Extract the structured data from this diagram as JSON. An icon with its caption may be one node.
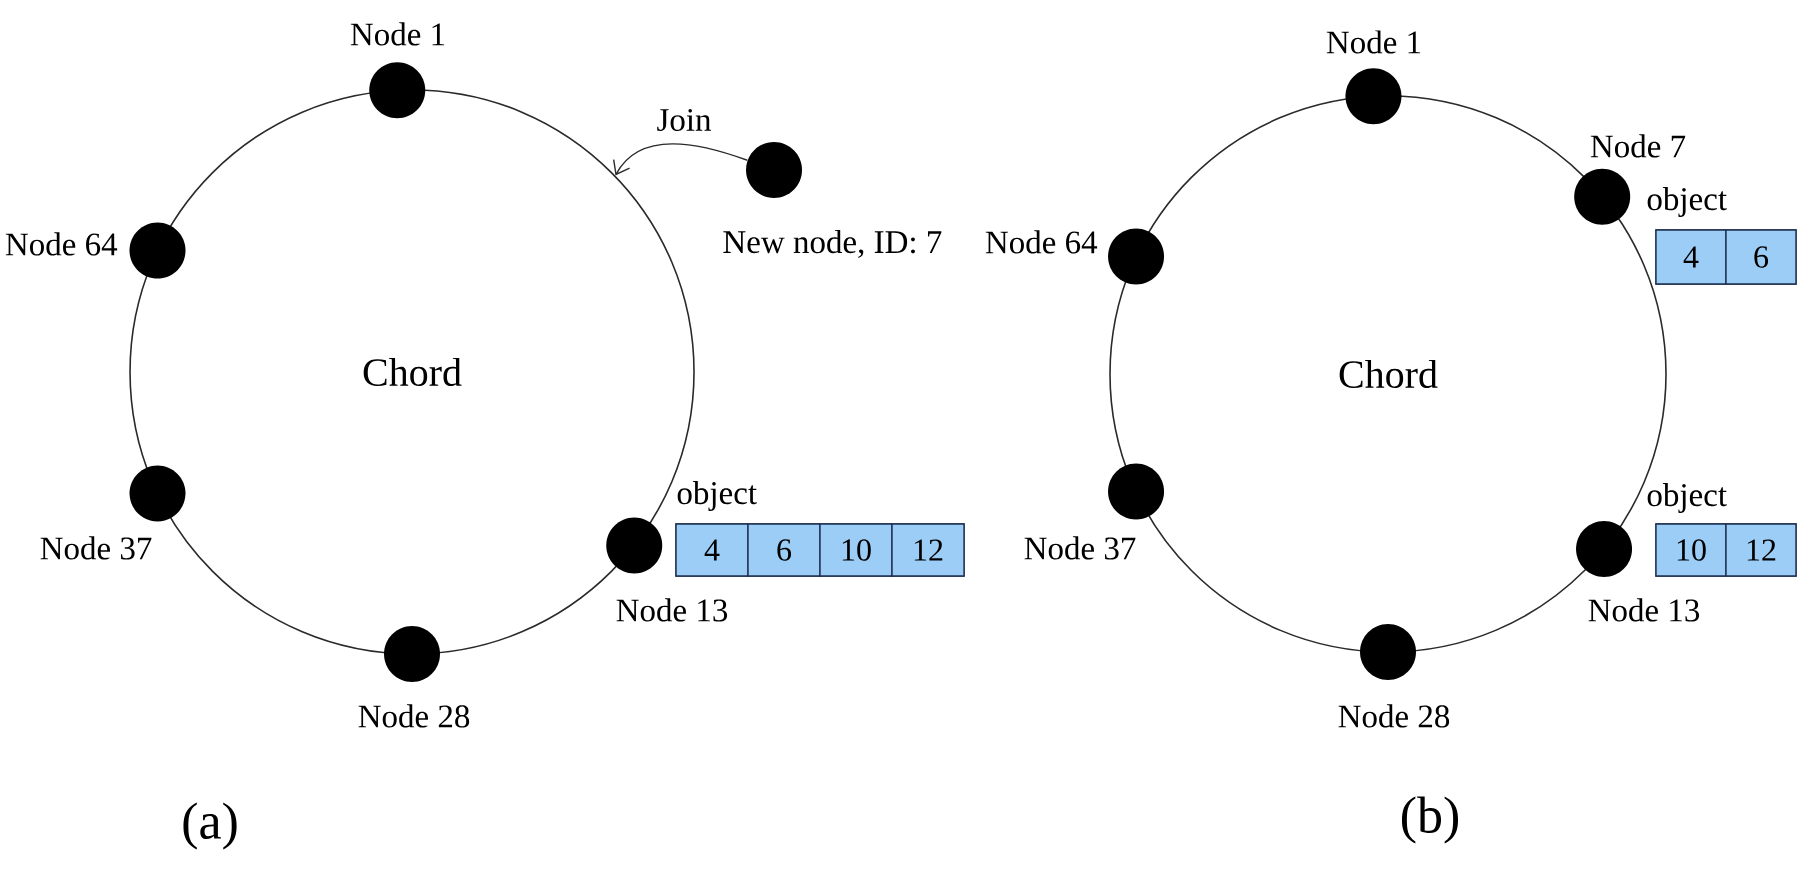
{
  "diagram": {
    "nodes": [
      {
        "text": [
          "Chord"
        ]
      },
      {
        "text": [
          "Node 1"
        ]
      },
      {
        "text": [
          "Node 64"
        ]
      },
      {
        "text": [
          "Node 37"
        ]
      },
      {
        "text": [
          "Node 28"
        ]
      },
      {
        "text": [
          "Node 13"
        ]
      },
      {
        "text": [
          "New node, ID: 7"
        ]
      },
      {
        "text": [
          "object"
        ]
      },
      {
        "text": [
          "4"
        ],
        "in": 7
      },
      {
        "text": [
          "6"
        ],
        "in": 7
      },
      {
        "text": [
          "10"
        ],
        "in": 7
      },
      {
        "text": [
          "12"
        ],
        "in": 7
      },
      {
        "text": [
          "Chord"
        ]
      },
      {
        "text": [
          "Node 1"
        ]
      },
      {
        "text": [
          "Node 7"
        ]
      },
      {
        "text": [
          "Node 64"
        ]
      },
      {
        "text": [
          "Node 37"
        ]
      },
      {
        "text": [
          "Node 28"
        ]
      },
      {
        "text": [
          "Node 13"
        ]
      },
      {
        "text": [
          "object"
        ]
      },
      {
        "text": [
          "4"
        ],
        "in": 19
      },
      {
        "text": [
          "6"
        ],
        "in": 19
      },
      {
        "text": [
          "object"
        ]
      },
      {
        "text": [
          "10"
        ],
        "in": 22
      },
      {
        "text": [
          "12"
        ],
        "in": 22
      }
    ],
    "edges": [
      {
        "from": 6,
        "to": 0,
        "arrow": "to",
        "label": "Join"
      }
    ],
    "labels": [
      "(a)",
      "(b)"
    ]
  }
}
